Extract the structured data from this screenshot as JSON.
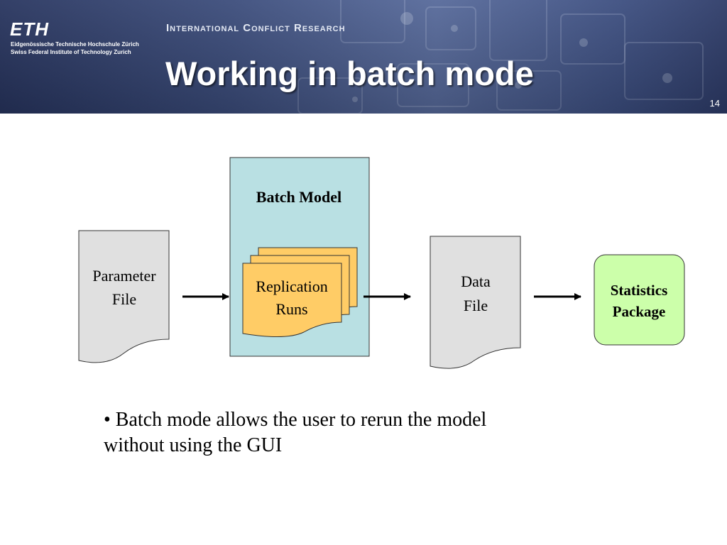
{
  "header": {
    "logo": "ETH",
    "institution_line1": "Eidgenössische Technische Hochschule Zürich",
    "institution_line2": "Swiss Federal Institute of Technology Zurich",
    "unit": "International Conflict Research",
    "title": "Working in batch mode",
    "slide_number": "14"
  },
  "diagram": {
    "batch_model": "Batch Model",
    "parameter_file": [
      "Parameter",
      "File"
    ],
    "replication_runs": [
      "Replication",
      "Runs"
    ],
    "data_file": [
      "Data",
      "File"
    ],
    "statistics_package": [
      "Statistics",
      "Package"
    ]
  },
  "body": {
    "bullet_line1": "• Batch mode allows the user to rerun the model",
    "bullet_line2": "without using the GUI"
  },
  "colors": {
    "banner": "#3b4c7b",
    "batch_model_fill": "#b9e0e3",
    "document_fill": "#e0e0e0",
    "replication_fill": "#ffcc66",
    "statistics_fill": "#ccffaa"
  }
}
